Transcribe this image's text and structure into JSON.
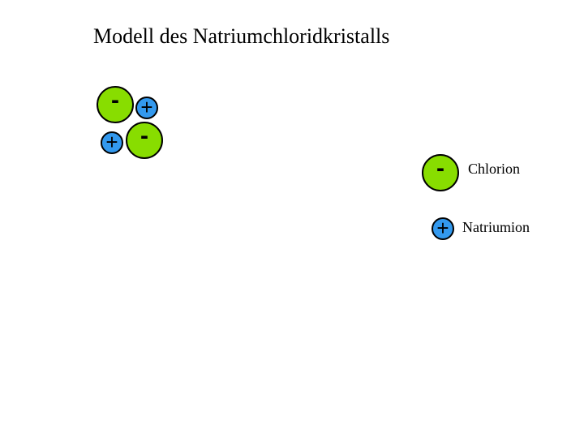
{
  "title": "Modell des Natriumchloridkristalls",
  "colors": {
    "chloride": "#88dd00",
    "sodium": "#3399ee",
    "outline": "#000000"
  },
  "ions": {
    "chloride_symbol": "-",
    "sodium_symbol": "+"
  },
  "legend": {
    "chloride_label": "Chlorion",
    "sodium_label": "Natriumion"
  }
}
